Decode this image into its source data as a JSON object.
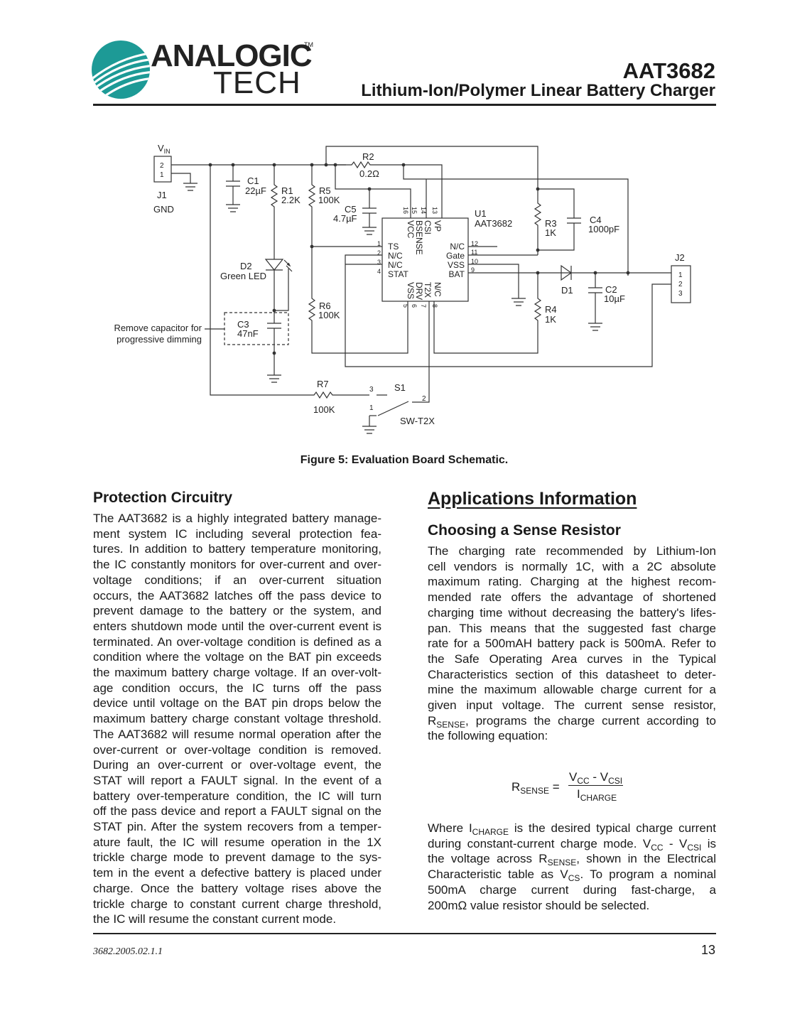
{
  "header": {
    "logo_line1": "ANALOGIC",
    "logo_tm": "TM",
    "logo_line2": "TECH",
    "title": "AAT3682",
    "subtitle": "Lithium-Ion/Polymer Linear Battery Charger"
  },
  "schematic": {
    "vin": "V",
    "vin_sub": "IN",
    "j1": "J1",
    "gnd": "GND",
    "c1": "C1",
    "c1_val": "22µF",
    "r1": "R1",
    "r1_val": "2.2K",
    "r5": "R5",
    "r5_val": "100K",
    "r2": "R2",
    "r2_val": "0.2Ω",
    "c5": "C5",
    "c5_val": "4.7µF",
    "u1": "U1",
    "u1_val": "AAT3682",
    "r3": "R3",
    "r3_val": "1K",
    "c4": "C4",
    "c4_val": "1000pF",
    "j2": "J2",
    "d2": "D2",
    "d2_val": "Green LED",
    "r6": "R6",
    "r6_val": "100K",
    "c3": "C3",
    "c3_val": "47nF",
    "c3_note_line1": "Remove capacitor for",
    "c3_note_line2": "progressive dimming",
    "d1": "D1",
    "c2": "C2",
    "c2_val": "10µF",
    "r4": "R4",
    "r4_val": "1K",
    "r7": "R7",
    "r7_val": "100K",
    "s1": "S1",
    "s1_val": "SW-T2X",
    "pins_top": [
      "VCC",
      "BSENSE",
      "CSI",
      "VP"
    ],
    "pins_top_nums": [
      "16",
      "15",
      "14",
      "13"
    ],
    "pins_left": [
      "TS",
      "N/C",
      "N/C",
      "STAT"
    ],
    "pins_left_nums": [
      "1",
      "2",
      "3",
      "4"
    ],
    "pins_right": [
      "N/C",
      "Gate",
      "VSS",
      "BAT"
    ],
    "pins_right_nums": [
      "12",
      "11",
      "10",
      "9"
    ],
    "pins_bottom": [
      "VSS",
      "DRV",
      "T2X",
      "N/C"
    ],
    "pins_bottom_nums": [
      "5",
      "6",
      "7",
      "8"
    ],
    "j1_pins": [
      "2",
      "1"
    ],
    "j2_pins": [
      "1",
      "2",
      "3"
    ],
    "s1_pins": [
      "3",
      "2",
      "1"
    ]
  },
  "figure_caption": "Figure 5: Evaluation Board Schematic.",
  "left": {
    "heading": "Protection Circuitry",
    "lines": [
      "The AAT3682 is a highly integrated battery manage-",
      "ment system IC including several protection fea-",
      "tures. In addition to battery temperature monitoring,",
      "the IC constantly monitors for over-current and over-",
      "voltage conditions; if an over-current situation",
      "occurs, the AAT3682 latches off the pass device to",
      "prevent damage to the battery or the system, and",
      "enters shutdown mode until the over-current event is",
      "terminated. An over-voltage condition is defined as a",
      "condition where the voltage on the BAT pin exceeds",
      "the maximum battery charge voltage. If an over-volt-",
      "age condition occurs, the IC turns off the pass",
      "device until voltage on the BAT pin drops below the",
      "maximum battery charge constant voltage threshold.",
      "The AAT3682 will resume normal operation after the",
      "over-current or over-voltage condition is removed.",
      "During an over-current or over-voltage event, the",
      "STAT will report a FAULT signal.  In the event of a",
      "battery over-temperature condition, the IC will turn",
      "off the pass device and report a FAULT signal on the",
      "STAT pin. After the system recovers from a temper-",
      "ature fault, the IC will resume operation in the 1X",
      "trickle charge mode to prevent damage to the sys-",
      "tem in the event a defective battery is placed under",
      "charge. Once the battery voltage rises above the",
      "trickle charge to constant current charge threshold,",
      "the IC will resume the constant current mode."
    ]
  },
  "right": {
    "heading": "Applications Information",
    "subheading": "Choosing a Sense Resistor",
    "lines": [
      "The charging rate recommended by Lithium-Ion",
      "cell vendors is normally 1C, with a 2C absolute",
      "maximum rating. Charging at the highest recom-",
      "mended rate offers the advantage of shortened",
      "charging time without decreasing the battery's lifes-",
      "pan.  This means that the suggested fast charge",
      "rate for a 500mAH battery pack is 500mA. Refer to",
      "the Safe Operating Area curves in the Typical",
      "Characteristics section of this datasheet to deter-",
      "mine the maximum allowable charge current for a",
      "given input voltage. The current sense resistor,"
    ],
    "rsense_line_pre": "R",
    "rsense_line_sub": "SENSE",
    "rsense_line_post": ", programs the charge current according to",
    "last_line": "the following equation:",
    "equation": {
      "lhs": "R",
      "lhs_sub": "SENSE",
      "equals": " =",
      "num_a": "V",
      "num_a_sub": "CC",
      "minus": " - ",
      "num_b": "V",
      "num_b_sub": "CSI",
      "den": "I",
      "den_sub": "CHARGE"
    },
    "p2": {
      "l1_a": "Where I",
      "l1_sub": "CHARGE",
      "l1_b": " is the desired typical charge current",
      "l2_a": "during constant-current charge mode. V",
      "l2_sub1": "CC",
      "l2_b": " - V",
      "l2_sub2": "CSI",
      "l2_c": " is",
      "l3_a": "the voltage across R",
      "l3_sub": "SENSE",
      "l3_b": ", shown in the Electrical",
      "l4_a": "Characteristic table as V",
      "l4_sub": "CS",
      "l4_b": ". To program a nominal",
      "l5": "500mA charge current during fast-charge, a",
      "l6": "200mΩ value resistor should be selected."
    }
  },
  "footer": {
    "code": "3682.2005.02.1.1",
    "page": "13"
  }
}
